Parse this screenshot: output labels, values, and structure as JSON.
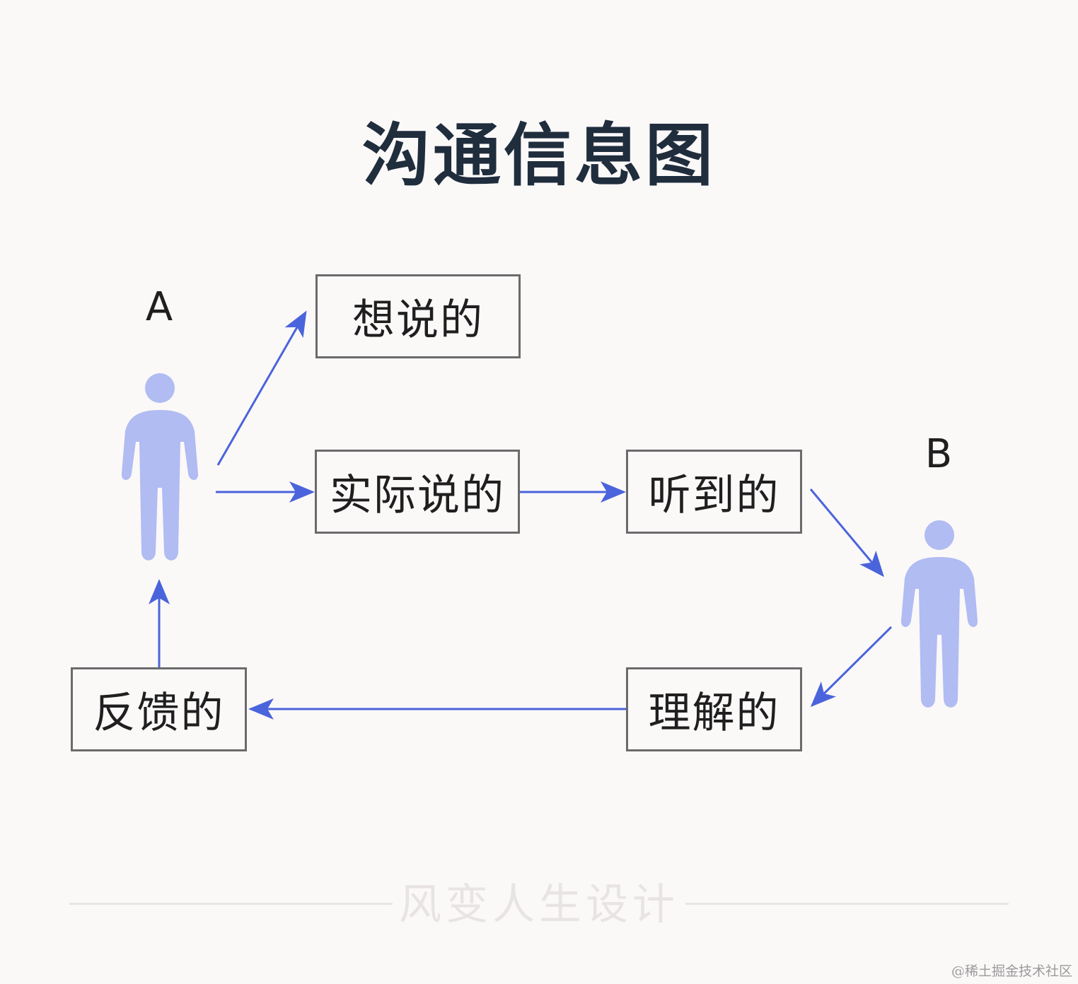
{
  "title": "沟通信息图",
  "persons": {
    "a": {
      "label": "A"
    },
    "b": {
      "label": "B"
    }
  },
  "boxes": {
    "want_to_say": "想说的",
    "actually_said": "实际说的",
    "heard": "听到的",
    "understood": "理解的",
    "feedback": "反馈的"
  },
  "footer": {
    "brand": "风变人生设计"
  },
  "watermark": "@稀土掘金技术社区",
  "colors": {
    "arrow": "#4a64dc",
    "person": "#b0bcf2",
    "title": "#1f2d3d",
    "box_border": "#6b6b6b"
  }
}
